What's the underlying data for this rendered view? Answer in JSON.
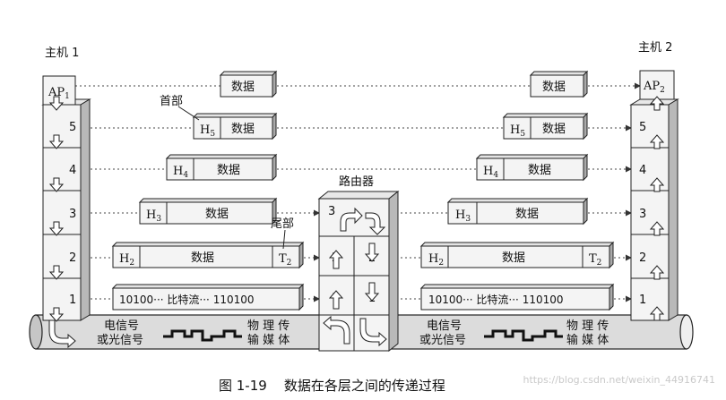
{
  "labels": {
    "host1": "主机 1",
    "host2": "主机 2",
    "router": "路由器",
    "header_label": "首部",
    "trailer_label": "尾部",
    "caption": "图 1-19    数据在各层之间的传递过程",
    "watermark": "https://blog.csdn.net/weixin_44916741"
  },
  "app_layer": {
    "prefix": "AP",
    "sub1": "1",
    "sub2": "2"
  },
  "layers": [
    "5",
    "4",
    "3",
    "2",
    "1"
  ],
  "router_layers": [
    "3",
    "2",
    "1"
  ],
  "packets": {
    "data": "数据",
    "h5": "H",
    "h5_sub": "5",
    "h4": "H",
    "h4_sub": "4",
    "h3": "H",
    "h3_sub": "3",
    "h2": "H",
    "h2_sub": "2",
    "t2": "T",
    "t2_sub": "2",
    "bitstream": "10100··· 比特流··· 110100"
  },
  "medium": {
    "signal_line1": "电信号",
    "signal_line2": "或光信号",
    "media_line1": "物 理 传",
    "media_line2": "输 媒 体"
  }
}
